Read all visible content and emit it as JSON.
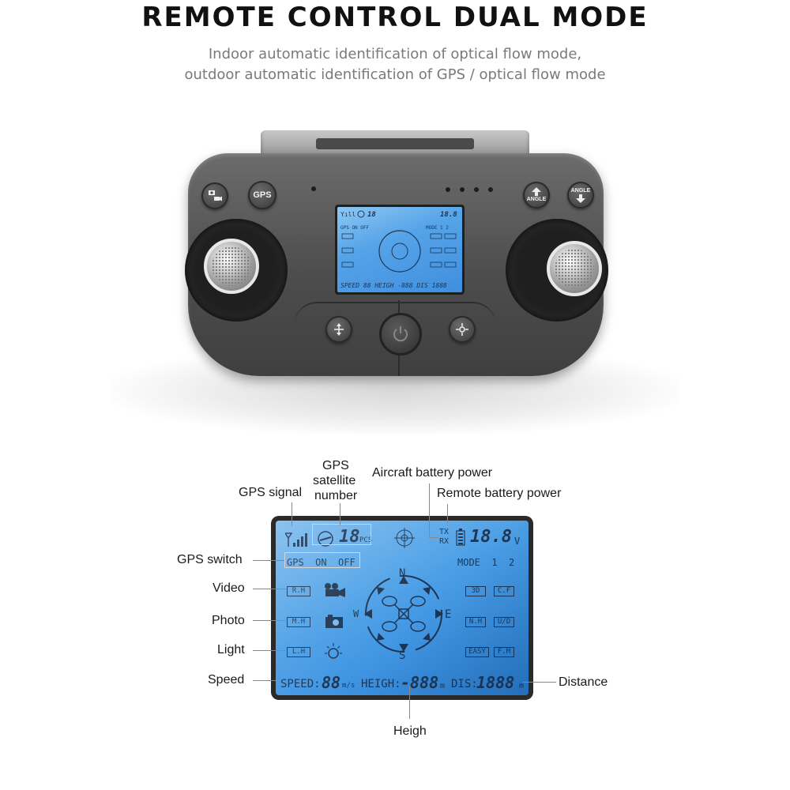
{
  "header": {
    "title": "REMOTE CONTROL DUAL MODE",
    "subtitle_line1": "Indoor automatic identification of optical flow mode,",
    "subtitle_line2": "outdoor automatic identification of GPS / optical flow mode"
  },
  "controller": {
    "gps_button": "GPS",
    "angle_up_button": "ANGLE",
    "angle_down_button": "ANGLE",
    "camera_button_icon": "camera-video-icon",
    "takeoff_land_icon": "takeoff-land-icon",
    "power_icon": "power-icon",
    "headless_icon": "headless-mode-icon"
  },
  "lcd": {
    "satellites": "18",
    "satellites_unit": "PCS",
    "tx": "TX",
    "rx": "RX",
    "voltage": "18.8",
    "voltage_unit": "V",
    "gps_on_off": "GPS  ON  OFF",
    "mode": "MODE  1  2",
    "left_boxes": [
      "R.H",
      "M.H",
      "L.H"
    ],
    "right_boxes_top": [
      "3D",
      "C.F"
    ],
    "right_boxes_mid": [
      "N.H",
      "U/D"
    ],
    "right_boxes_bot": [
      "EASY",
      "F.M"
    ],
    "compass": {
      "n": "N",
      "s": "S",
      "e": "E",
      "w": "W"
    },
    "speed_label": "SPEED:",
    "speed_value": "88",
    "speed_unit": "m/s",
    "height_label": "HEIGH:",
    "height_value": "-888",
    "height_unit": "m",
    "dist_label": "DIS:",
    "dist_value": "1888",
    "dist_unit": "m"
  },
  "callouts": {
    "gps_signal": "GPS signal",
    "gps_sat_1": "GPS",
    "gps_sat_2": "satellite",
    "gps_sat_3": "number",
    "aircraft_battery": "Aircraft battery power",
    "remote_battery": "Remote battery power",
    "gps_switch": "GPS switch",
    "video": "Video",
    "photo": "Photo",
    "light": "Light",
    "speed": "Speed",
    "distance": "Distance",
    "height": "Heigh"
  }
}
